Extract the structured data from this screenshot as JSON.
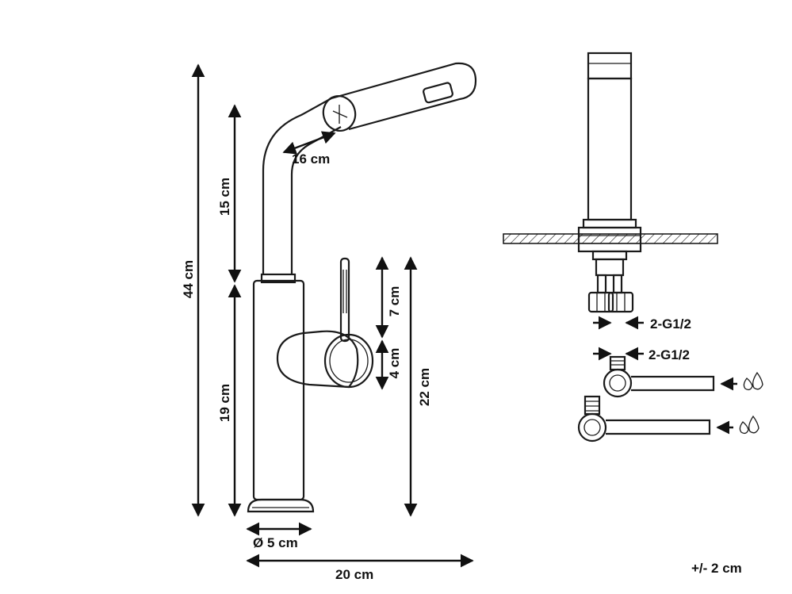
{
  "dimensions": {
    "total_height": "44 cm",
    "spout_height": "15 cm",
    "body_height": "19 cm",
    "spout_length": "16 cm",
    "handle_height": "7 cm",
    "handle_offset": "4 cm",
    "outlet_height": "22 cm",
    "base_diameter": "Ø 5 cm",
    "total_width": "20 cm"
  },
  "connections": {
    "thread_a": "2-G1/2",
    "thread_b": "2-G1/2"
  },
  "tolerance": "+/- 2 cm",
  "icons": [
    "water-drops-icon",
    "water-drops-icon"
  ]
}
